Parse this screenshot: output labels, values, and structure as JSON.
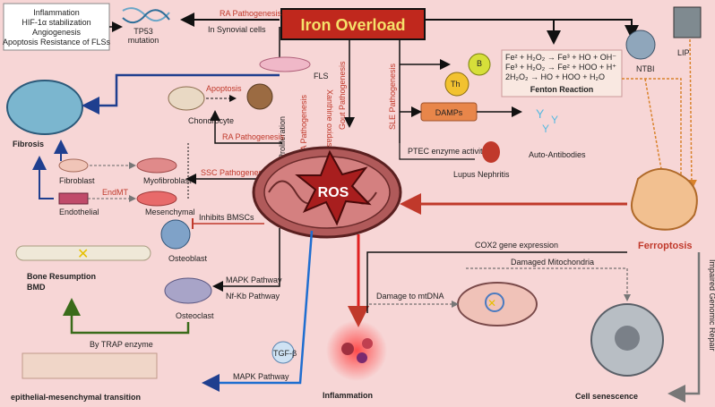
{
  "title": "Iron Overload",
  "box_top_left": [
    "Inflammation",
    "HIF-1α stabilization",
    "Angiogenesis",
    "Apoptosis Resistance of FLSs"
  ],
  "labels": {
    "tp53": "TP53",
    "mutation": "mutation",
    "ra_pathogenesis": "RA Pathogenesis",
    "in_synovial": "In Synovial cells",
    "fls": "FLS",
    "fibrosis": "Fibrosis",
    "apoptosis": "Apoptosis",
    "chondrocyte": "Chondrocyte",
    "proliferation": "Proliferation",
    "ra_pathogenesis_v": "RA Pathogenesis",
    "ra_pathogenesis2": "RA Pathogenesis",
    "gout": "Gout Pathogenesis",
    "xanthine": "Xanthine oxidase",
    "sle": "SLE Pathogenesis",
    "th": "Th",
    "b": "B",
    "damps": "DAMPs",
    "ptec": "PTEC enzyme activity",
    "lupus": "Lupus Nephritis",
    "auto_ab": "Auto-Antibodies",
    "ntbi": "NTBI",
    "lip": "LIP",
    "fenton1": "Fe² + H₂O₂ → Fe³ + HO + OH⁻",
    "fenton2": "Fe³ + H₂O₂ → Fe² + HOO + H⁺",
    "fenton3": "2H₂O₂ → HO + HOO + H₂O",
    "fenton": "Fenton Reaction",
    "fibroblast": "Fibroblast",
    "myofibroblast": "Myofibroblast",
    "endmt": "EndMT",
    "endothelial": "Endothelial",
    "mesenchymal": "Mesenchymal",
    "ssc": "SSC Pathogenesis",
    "ros": "ROS",
    "inhibits": "Inhibits BMSCs",
    "osteoblast": "Osteoblast",
    "bone": "Bone Resumption",
    "bmd": "BMD",
    "mapk1": "MAPK Pathway",
    "nfkb": "Nf-Kb Pathway",
    "osteoclast": "Osteoclast",
    "trap": "By TRAP enzyme",
    "cox2": "COX2 gene expression",
    "damaged_mito": "Damaged Mitochondria",
    "damage_dna": "Damage to mtDNA",
    "ferroptosis": "Ferroptosis",
    "impaired": "Impaired Genomic Repair",
    "tgf": "TGF-β",
    "mapk2": "MAPK Pathway",
    "inflammation": "Inflammation",
    "emt": "epithelial-mesenchymal transition",
    "senescence": "Cell senescence"
  }
}
